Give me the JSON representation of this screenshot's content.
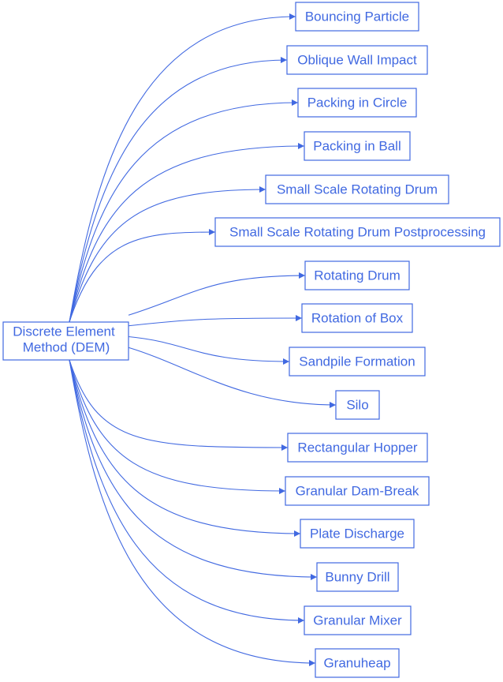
{
  "colors": {
    "accent": "#4169e1",
    "background": "#ffffff"
  },
  "root": {
    "line1": "Discrete Element",
    "line2": "Method (DEM)"
  },
  "children": [
    {
      "label": "Bouncing Particle"
    },
    {
      "label": "Oblique Wall Impact"
    },
    {
      "label": "Packing in Circle"
    },
    {
      "label": "Packing in Ball"
    },
    {
      "label": "Small Scale Rotating Drum"
    },
    {
      "label": "Small Scale Rotating Drum Postprocessing"
    },
    {
      "label": "Rotating Drum"
    },
    {
      "label": "Rotation of Box"
    },
    {
      "label": "Sandpile Formation"
    },
    {
      "label": "Silo"
    },
    {
      "label": "Rectangular Hopper"
    },
    {
      "label": "Granular Dam-Break"
    },
    {
      "label": "Plate Discharge"
    },
    {
      "label": "Bunny Drill"
    },
    {
      "label": "Granular Mixer"
    },
    {
      "label": "Granuheap"
    }
  ]
}
